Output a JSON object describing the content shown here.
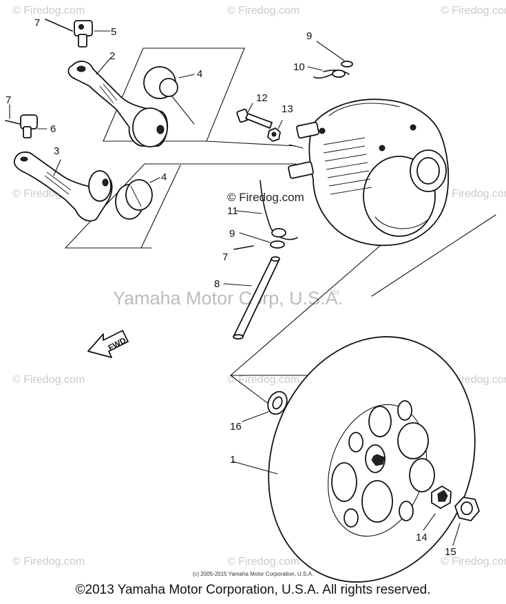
{
  "watermark": {
    "tile": "© Firedog.com",
    "center": "© Firedog.com",
    "trademark": "Yamaha Motor Corp, U.S.A.",
    "tm": "TM"
  },
  "callouts": {
    "c1": "1",
    "c2": "2",
    "c3": "3",
    "c4a": "4",
    "c4b": "4",
    "c5": "5",
    "c6": "6",
    "c7a": "7",
    "c7b": "7",
    "c7c": "7",
    "c8": "8",
    "c9a": "9",
    "c9b": "9",
    "c10": "10",
    "c11": "11",
    "c12": "12",
    "c13": "13",
    "c14": "14",
    "c15": "15",
    "c16": "16"
  },
  "arrow_label": "FWD",
  "footer": {
    "small": "(c) 2005-2015 Yamaha Motor Corporation, U.S.A.",
    "main": "©2013 Yamaha Motor Corporation, U.S.A. All rights reserved."
  }
}
